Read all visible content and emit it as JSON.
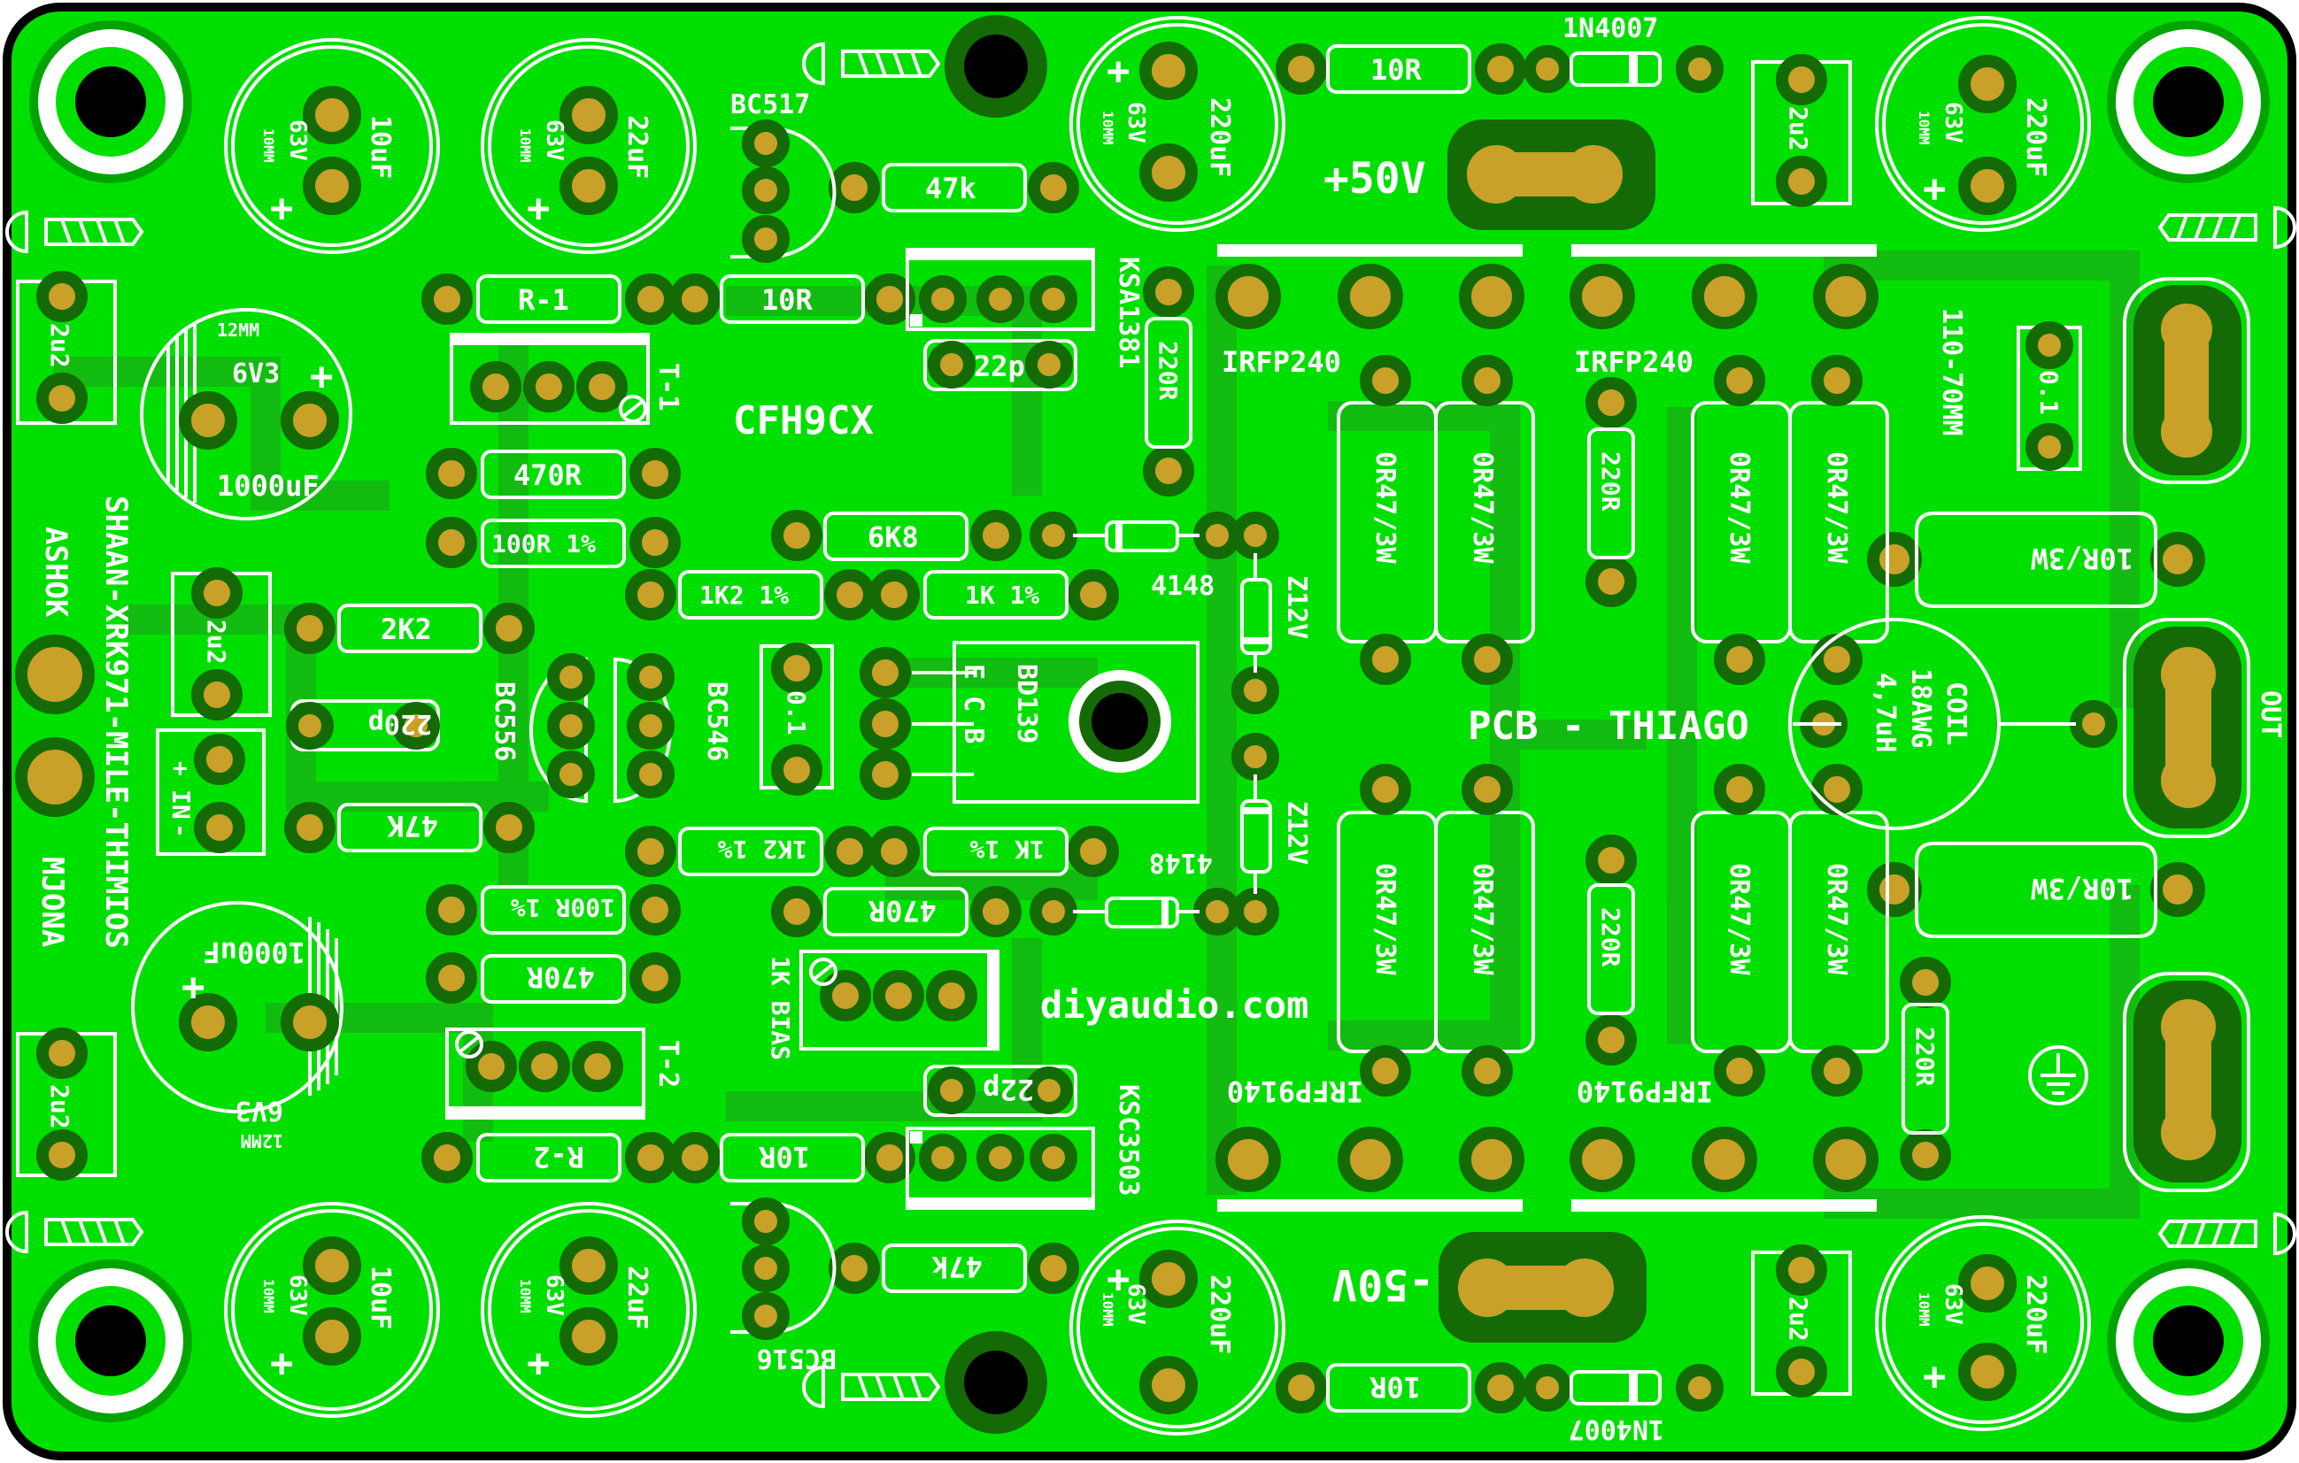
{
  "board": {
    "colors": {
      "copper": "#00e000",
      "edge": "#000000",
      "pad": "#c9a128",
      "silk": "#ffffff",
      "trace": "#14b812"
    },
    "title": "CFH9CX",
    "credit": "PCB - THIAGO",
    "website": "diyaudio.com",
    "designers": {
      "name_line": "SHAAN-XRK971-MILE-THIMIOS",
      "ashok": "ASHOK",
      "mjona": "MJONA"
    },
    "rails": {
      "positive": "+50V",
      "negative": "-50V"
    },
    "labels": {
      "in": "IN",
      "plus": "+",
      "minus": "-",
      "out": "OUT",
      "mount_spacing": "110-70MM",
      "bias": "1K BIAS",
      "t1": "T-1",
      "t2": "T-2"
    },
    "transistors": {
      "bc517": "BC517",
      "bc516": "BC516",
      "bc556": "BC556",
      "bc546": "BC546",
      "ksa1381": "KSA1381",
      "ksc3503": "KSC3503",
      "bd139": "BD139",
      "bd139_pins": "E C B",
      "irfp240_a": "IRFP240",
      "irfp240_b": "IRFP240",
      "irfp9140_a": "IRFP9140",
      "irfp9140_b": "IRFP9140"
    },
    "resistors": {
      "r1": "R-1",
      "r2": "R-2",
      "r10_top": "10R",
      "r10_bot": "10R",
      "r10_d_top": "10R",
      "r10_d_bot": "10R",
      "r47k_top": "47k",
      "r47k_bot": "47k",
      "r470": "470R",
      "r100": "100R 1%",
      "r2k2": "2K2",
      "r47k_in": "47K",
      "r100b": "100R 1%",
      "r470b": "470R",
      "r6k8": "6K8",
      "r1k2a": "1K2 1%",
      "r1ka": "1K 1%",
      "r1k2b": "1K2 1%",
      "r1kb": "1K 1%",
      "r470c": "470R",
      "r220a": "220R",
      "r220b": "220R",
      "r220c": "220R",
      "r220d": "220R",
      "r10r3w_a": "10R/3W",
      "r10r3w_b": "10R/3W",
      "r047": "0R47/3W"
    },
    "capacitors": {
      "c10uf": "10uF",
      "c22uf": "22uF",
      "c220uf": "220uF",
      "c1000uf": "1000uF",
      "c1000uF": "1000uF",
      "v63": "63V",
      "v6v3": "6V3",
      "mm10": "10MM",
      "mm12": "12MM",
      "c2u2": "2u2",
      "c22p": "22p",
      "c220p": "220p",
      "c01": "0.1",
      "plus": "+"
    },
    "diodes": {
      "d1n4007": "1N4007",
      "d4148": "4148",
      "z12v": "Z12V"
    },
    "coil": {
      "line1": "COIL",
      "line2": "18AWG",
      "line3": "4,7uH"
    }
  }
}
